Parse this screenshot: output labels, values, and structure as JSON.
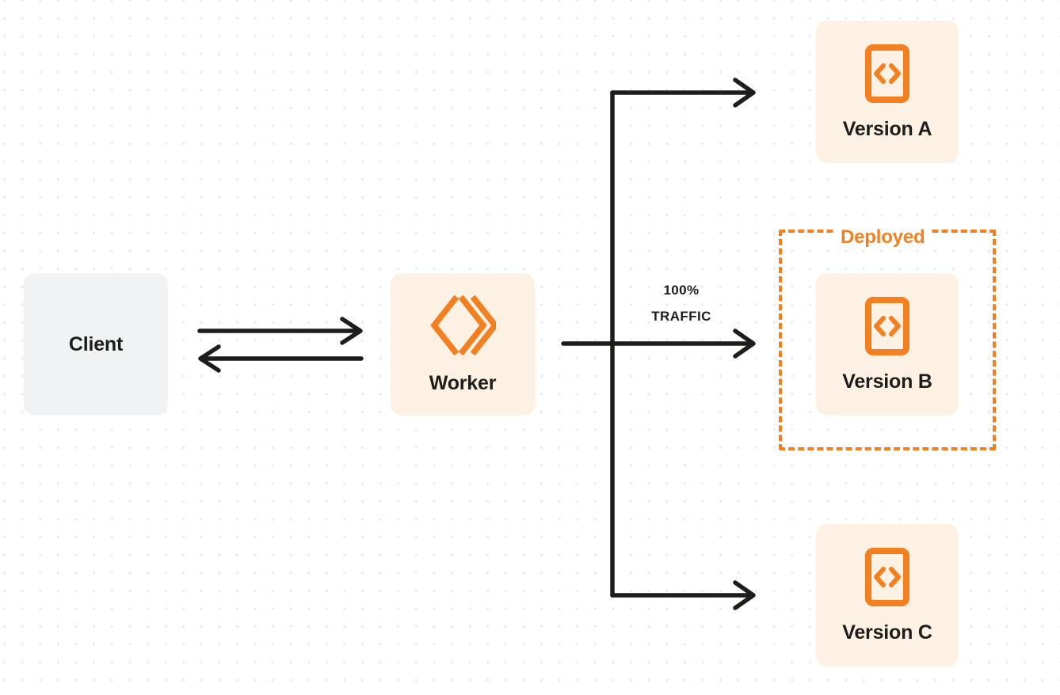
{
  "diagram": {
    "title": "Worker version traffic routing",
    "background": {
      "style": "dot-grid",
      "dot_color": "#e9e9ec",
      "page_color": "#ffffff"
    },
    "colors": {
      "accent_orange": "#f38020",
      "node_orange_fill": "#fdf1e3",
      "node_gray_fill": "#f1f2f4",
      "text_dark": "#1d1d1b",
      "connector": "#1d1d1b"
    },
    "nodes": {
      "client": {
        "label": "Client",
        "fill": "#f1f2f4"
      },
      "worker": {
        "label": "Worker",
        "icon": "workers-logo-icon",
        "fill": "#fdf1e3"
      },
      "version_a": {
        "label": "Version A",
        "icon": "code-file-icon",
        "fill": "#fdf1e3"
      },
      "version_b": {
        "label": "Version B",
        "icon": "code-file-icon",
        "fill": "#fdf1e3"
      },
      "version_c": {
        "label": "Version C",
        "icon": "code-file-icon",
        "fill": "#fdf1e3"
      }
    },
    "deployed_group": {
      "label": "Deployed",
      "contains": "Version B",
      "border_style": "dashed",
      "border_color": "#f38020"
    },
    "traffic": {
      "percent": "100%",
      "unit": "TRAFFIC",
      "routed_to": "Version B"
    },
    "connectors": [
      {
        "name": "client-to-worker",
        "from": "Client",
        "to": "Worker",
        "direction": "right"
      },
      {
        "name": "worker-to-client",
        "from": "Worker",
        "to": "Client",
        "direction": "left"
      },
      {
        "name": "worker-to-version-a",
        "from": "Worker",
        "to": "Version A",
        "direction": "right"
      },
      {
        "name": "worker-to-version-b",
        "from": "Worker",
        "to": "Version B",
        "direction": "right",
        "label": "100% TRAFFIC"
      },
      {
        "name": "worker-to-version-c",
        "from": "Worker",
        "to": "Version C",
        "direction": "right"
      }
    ]
  }
}
